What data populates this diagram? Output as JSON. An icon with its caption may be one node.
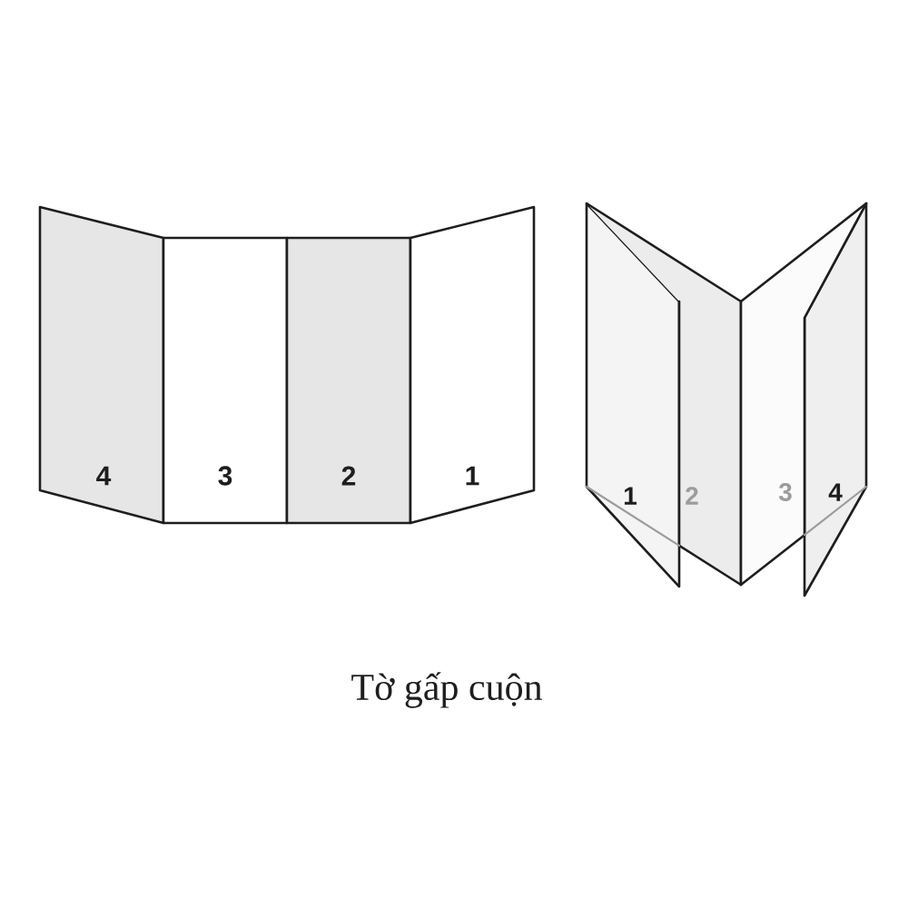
{
  "diagram": {
    "caption": "Tờ gấp cuộn",
    "nodes": [
      {
        "text": [
          "4"
        ]
      },
      {
        "text": [
          "3"
        ]
      },
      {
        "text": [
          "2"
        ]
      },
      {
        "text": [
          "1"
        ]
      },
      {
        "text": [
          "1"
        ]
      },
      {
        "text": [
          "2"
        ]
      },
      {
        "text": [
          "3"
        ]
      },
      {
        "text": [
          "4"
        ]
      }
    ]
  }
}
